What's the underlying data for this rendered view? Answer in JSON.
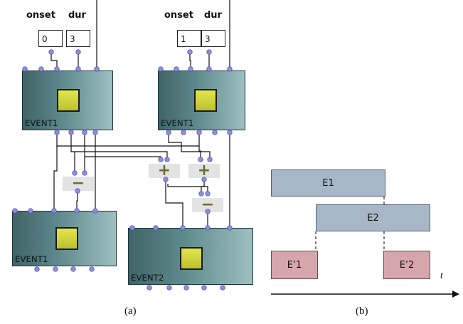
{
  "panel_a": {
    "headers": [
      {
        "onset": "onset",
        "dur": "dur"
      },
      {
        "onset": "onset",
        "dur": "dur"
      }
    ],
    "inputs": [
      {
        "onset": "0",
        "dur": "3"
      },
      {
        "onset": "1",
        "dur": "3"
      }
    ],
    "nodes": [
      {
        "label": "EVENT1"
      },
      {
        "label": "EVENT1"
      },
      {
        "label": "EVENT1"
      },
      {
        "label": "EVENT2"
      }
    ],
    "operators": [
      {
        "symbol": "+"
      },
      {
        "symbol": "+"
      },
      {
        "symbol": "−"
      },
      {
        "symbol": "−"
      }
    ],
    "caption": "(a)"
  },
  "panel_b": {
    "bars": [
      {
        "label": "E1"
      },
      {
        "label": "E2"
      },
      {
        "label": "E’1"
      },
      {
        "label": "E’2"
      }
    ],
    "axis_label": "t",
    "caption": "(b)"
  },
  "colors": {
    "node_dark": "#3f6468",
    "node_light": "#9dbfc0",
    "port": "#8a8fe0",
    "event_bar": "#a7b7c7",
    "result_bar": "#d6a6ad"
  }
}
